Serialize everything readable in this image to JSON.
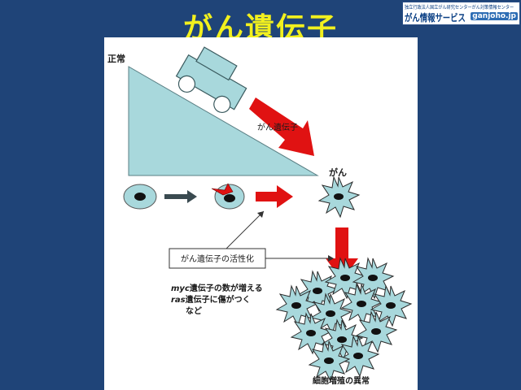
{
  "title": "がん遺伝子",
  "logo": {
    "org_line": "独立行政法人国立がん研究センターがん対策情報センター",
    "service": "がん情報サービス",
    "domain": "ganjoho.jp"
  },
  "diagram": {
    "normal_label": "正常",
    "cancer_gene_arrow_label": "がん遺伝子",
    "cancer_label": "がん",
    "activation_box": "がん遺伝子の活性化",
    "examples": {
      "line1_italic": "myc",
      "line1_rest": "遺伝子の数が増える",
      "line2_italic": "ras",
      "line2_rest": "遺伝子に傷がつく",
      "line3": "など"
    },
    "abnormal_label": "細胞増殖の異常"
  },
  "colors": {
    "background": "#1f4478",
    "title": "#f2f01e",
    "slope": "#a8d8dc",
    "red_arrow": "#e01212",
    "cell_fill": "#a8d8dc",
    "nucleus": "#111111"
  }
}
